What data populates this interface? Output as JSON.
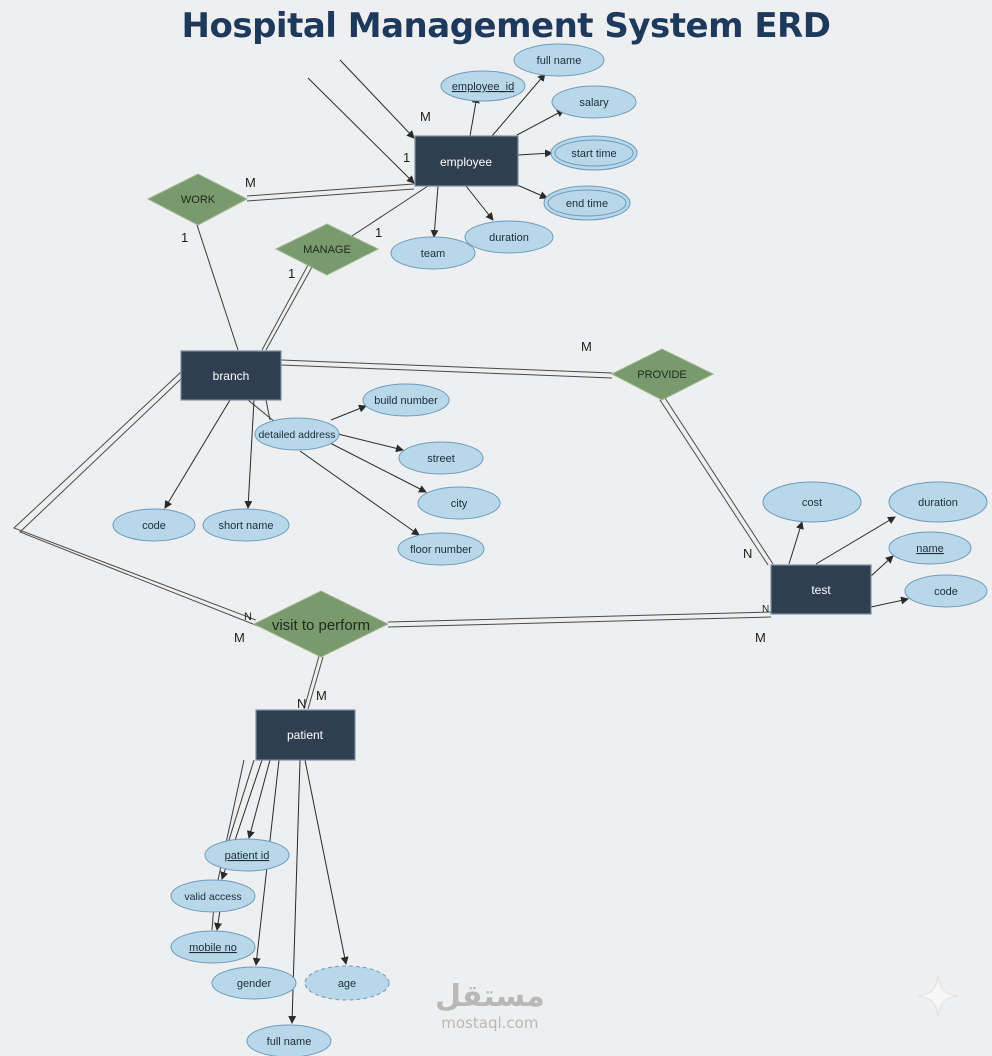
{
  "title": "Hospital Management System ERD",
  "entities": {
    "employee": "employee",
    "branch": "branch",
    "test": "test",
    "patient": "patient"
  },
  "relationships": {
    "work": "WORK",
    "manage": "MANAGE",
    "provide": "PROVIDE",
    "visit": "visit to perform"
  },
  "attributes": {
    "employee": {
      "employee_id": "employee_id",
      "full_name": "full name",
      "salary": "salary",
      "start_time": "start time",
      "end_time": "end time",
      "duration": "duration",
      "team": "team"
    },
    "branch": {
      "detailed_address": "detailed address",
      "build_number": "build number",
      "street": "street",
      "city": "city",
      "floor_number": "floor number",
      "code": "code",
      "short_name": "short name"
    },
    "test": {
      "cost": "cost",
      "duration": "duration",
      "name": "name",
      "code": "code"
    },
    "patient": {
      "patient_id": "patient id",
      "valid_access": "valid access",
      "mobile_no": "mobile no",
      "gender": "gender",
      "age": "age",
      "full_name": "full name"
    }
  },
  "cardinalities": {
    "emp_m_top": "M",
    "emp_1": "1",
    "work_m": "M",
    "work_1": "1",
    "manage_1_right": "1",
    "manage_1_left": "1",
    "provide_m": "M",
    "test_n_top": "N",
    "test_n_left": "N",
    "test_m": "M",
    "visit_n": "N",
    "visit_m_left": "M",
    "patient_n": "N",
    "patient_m": "M"
  },
  "watermark": {
    "arabic": "مستقل",
    "latin": "mostaql.com"
  },
  "colors": {
    "entity": "#2f3f51",
    "relationship": "#799a6c",
    "attribute": "#b8d8ea",
    "title": "#1d3a5c"
  }
}
